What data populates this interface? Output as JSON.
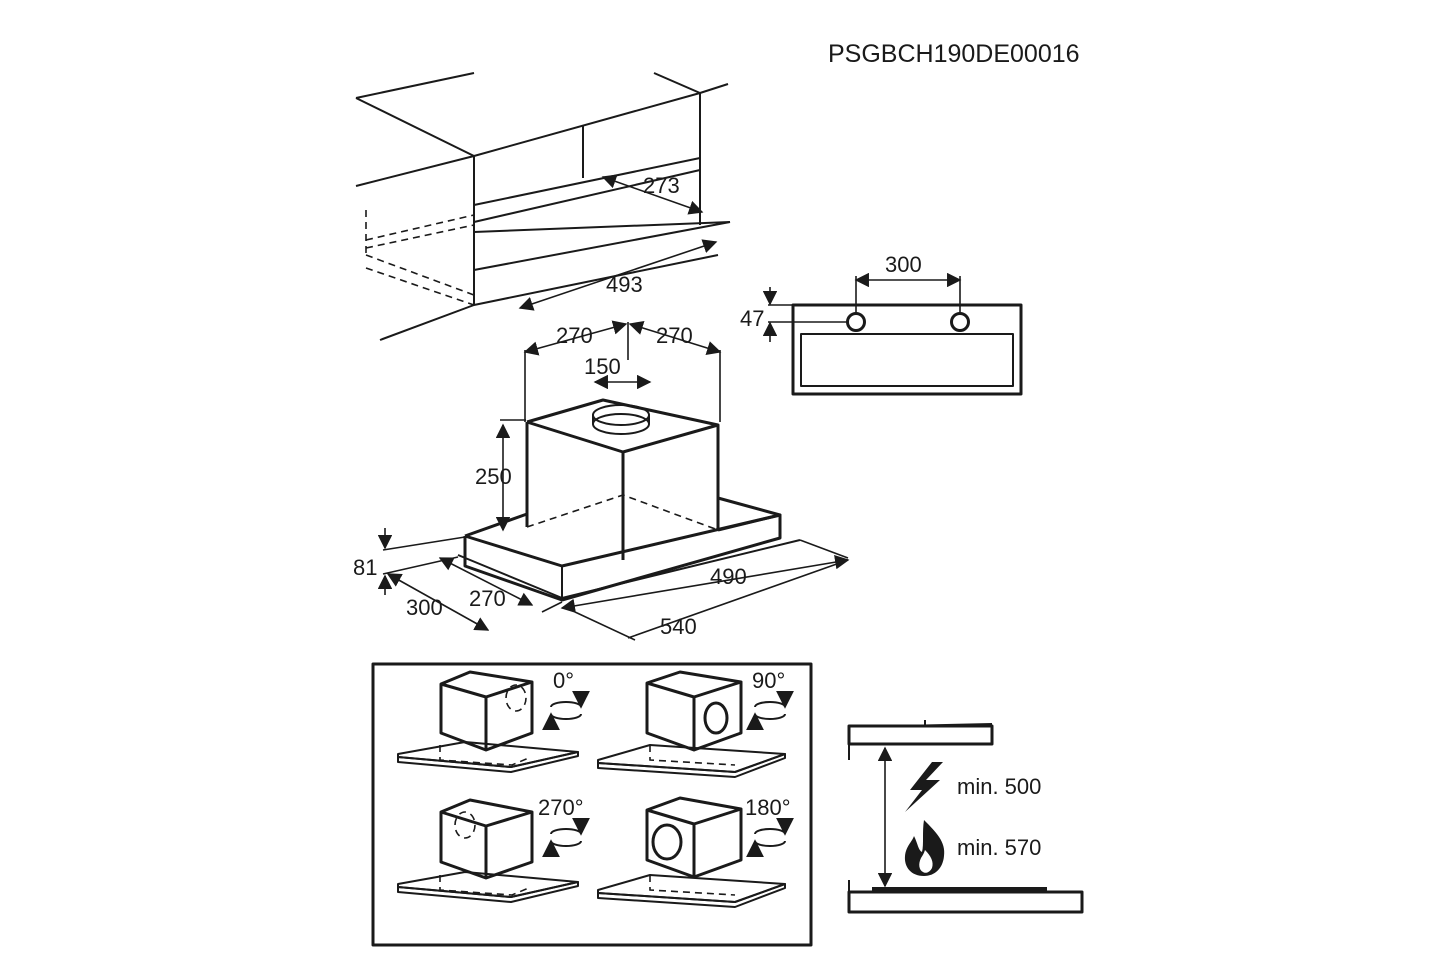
{
  "document_code": "PSGBCH190DE00016",
  "dimensions": {
    "cabinet_depth": "273",
    "cabinet_width": "493",
    "hole_spacing": "300",
    "hole_offset": "47",
    "chimney_left": "270",
    "chimney_right": "270",
    "duct_diameter": "150",
    "chimney_height": "250",
    "panel_height": "81",
    "depth_outer": "300",
    "depth_inner": "270",
    "width_inner": "490",
    "width_outer": "540"
  },
  "rotations": [
    {
      "angle": "0°"
    },
    {
      "angle": "90°"
    },
    {
      "angle": "270°"
    },
    {
      "angle": "180°"
    }
  ],
  "clearance": {
    "electric": "min. 500",
    "gas": "min. 570"
  },
  "icons": [
    "rotate-arrows-icon",
    "lightning-icon",
    "flame-icon"
  ]
}
